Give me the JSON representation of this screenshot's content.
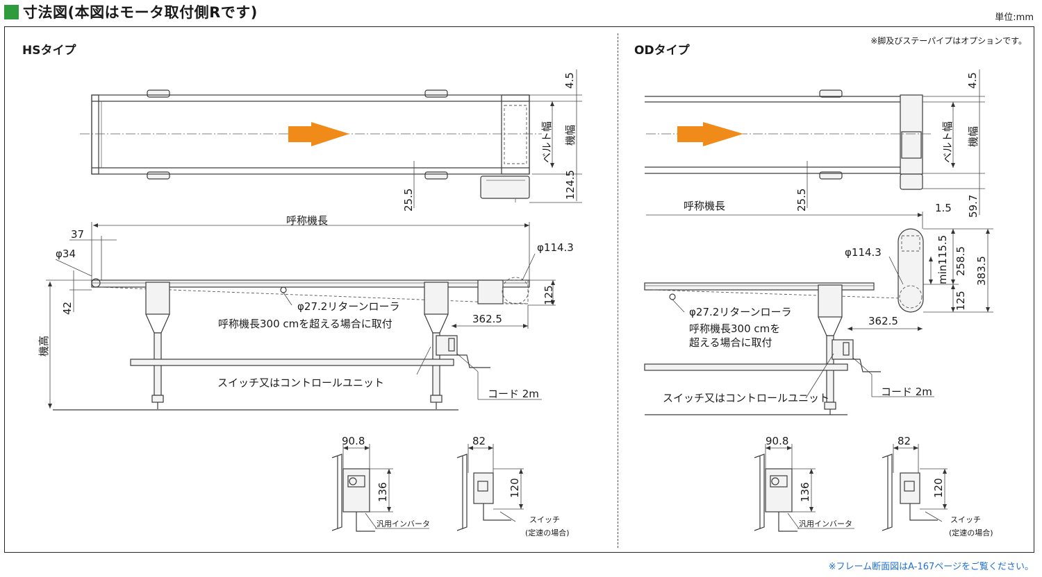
{
  "header": {
    "title": "寸法図(本図はモータ取付側Rです)",
    "unit": "単位:mm",
    "option_note": "※脚及びステーパイプはオプションです。",
    "footer_note": "※フレーム断面図はA-167ページをご覧ください。"
  },
  "colors": {
    "header_square": "#2e9b3c",
    "flow_arrow": "#f08a18",
    "footer_link": "#1f6fd1"
  },
  "hs": {
    "section_title": "HSタイプ",
    "top_dims": {
      "d4_5": "4.5",
      "belt_width": "ベルト幅",
      "machine_width": "機幅",
      "d25_5": "25.5",
      "d124_5": "124.5"
    },
    "side_dims": {
      "nominal_length": "呼称機長",
      "d37": "37",
      "phi34": "φ34",
      "phi114_3": "φ114.3",
      "d42": "42",
      "height": "機高",
      "d125": "125",
      "d362_5": "362.5",
      "return_roller": "φ27.2リターンローラ",
      "return_roller_note": "呼称機長300 cmを超える場合に取付",
      "switch_unit": "スイッチ又はコントロールユニット",
      "cord": "コード 2m"
    },
    "inverter": {
      "w": "90.8",
      "h": "136",
      "label": "汎用インバータ"
    },
    "switch": {
      "w": "82",
      "h": "120",
      "label": "スイッチ",
      "sub": "(定速の場合)"
    }
  },
  "od": {
    "section_title": "ODタイプ",
    "top_dims": {
      "d4_5": "4.5",
      "belt_width": "ベルト幅",
      "machine_width": "機幅",
      "d25_5": "25.5",
      "d59_7": "59.7"
    },
    "side_dims": {
      "nominal_length": "呼称機長",
      "d1_5": "1.5",
      "phi114_3": "φ114.3",
      "min115_5": "min115.5",
      "d258_5": "258.5",
      "d383_5": "383.5",
      "d125": "125",
      "d362_5": "362.5",
      "return_roller": "φ27.2リターンローラ",
      "return_roller_note_1": "呼称機長300 cmを",
      "return_roller_note_2": "超える場合に取付",
      "switch_unit": "スイッチ又はコントロールユニット",
      "cord": "コード 2m"
    },
    "inverter": {
      "w": "90.8",
      "h": "136",
      "label": "汎用インバータ"
    },
    "switch": {
      "w": "82",
      "h": "120",
      "label": "スイッチ",
      "sub": "(定速の場合)"
    }
  }
}
